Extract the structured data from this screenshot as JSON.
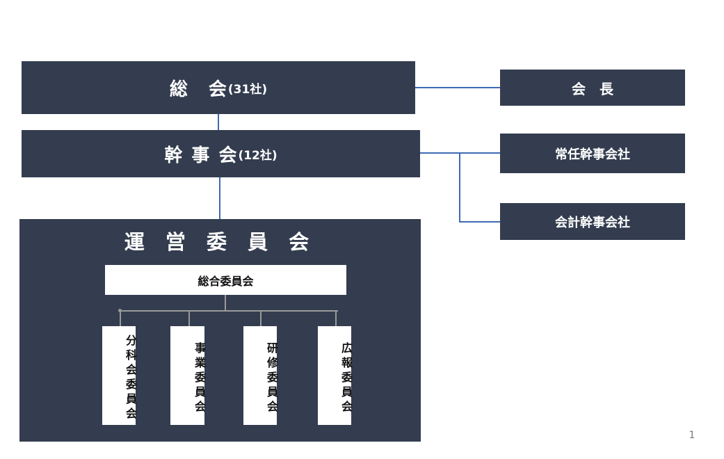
{
  "general_assembly": {
    "name": "総　会",
    "count": "(31社)"
  },
  "board": {
    "name": "幹 事 会",
    "count": "(12社)"
  },
  "chairman": "会　長",
  "standing_secretary": "常任幹事会社",
  "accounting_secretary": "会計幹事会社",
  "steering_committee": {
    "title": "運 営 委 員 会",
    "general_committee": "総合委員会",
    "sub_committees": [
      "分科会委員会",
      "事業委員会",
      "研修委員会",
      "広報委員会"
    ]
  },
  "page_number": "1",
  "colors": {
    "box": "#333d4f",
    "line": "#3d6ab3",
    "connector": "#9a9a9a"
  }
}
